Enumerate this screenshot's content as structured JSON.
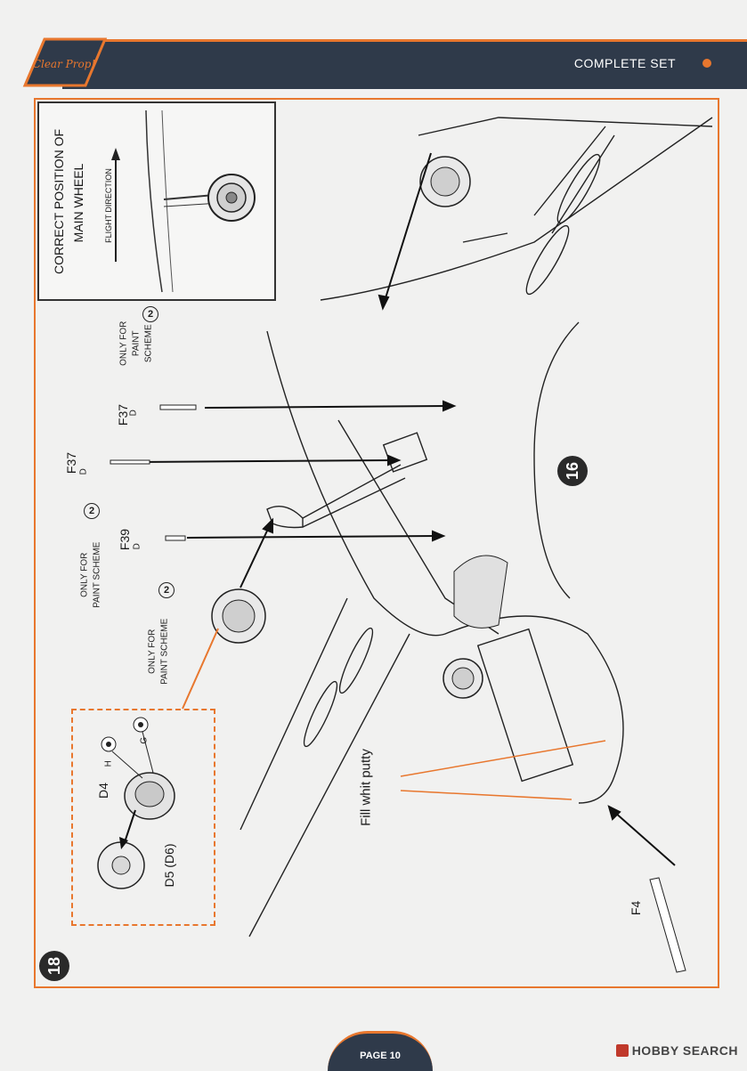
{
  "header": {
    "title": "COMPLETE SET",
    "logo_text": "Clear Prop!"
  },
  "inset": {
    "title_line1": "CORRECT POSITION OF",
    "title_line2": "MAIN WHEEL",
    "direction_label": "FLIGHT DIRECTION"
  },
  "steps": {
    "step_a": "18",
    "step_b": "16"
  },
  "parts": {
    "f37_upper": "F37",
    "f37_lower": "F37",
    "f39": "F39",
    "d4": "D4",
    "d5": "D5 (D6)",
    "f4": "F4",
    "d_marker": "D",
    "h_marker": "H",
    "g_marker": "G",
    "scheme_number": "2"
  },
  "notes": {
    "paint_scheme_a_line1": "ONLY FOR",
    "paint_scheme_a_line2": "PAINT",
    "paint_scheme_a_line3": "SCHEME",
    "paint_scheme_b_line1": "ONLY FOR",
    "paint_scheme_b_line2": "PAINT SCHEME",
    "paint_scheme_c_line1": "ONLY FOR",
    "paint_scheme_c_line2": "PAINT SCHEME",
    "putty": "Fill whit putty"
  },
  "footer": {
    "page": "PAGE 10",
    "watermark": "HOBBY SEARCH"
  },
  "colors": {
    "accent": "#e8772e",
    "header_bg": "#2f3a4a"
  }
}
